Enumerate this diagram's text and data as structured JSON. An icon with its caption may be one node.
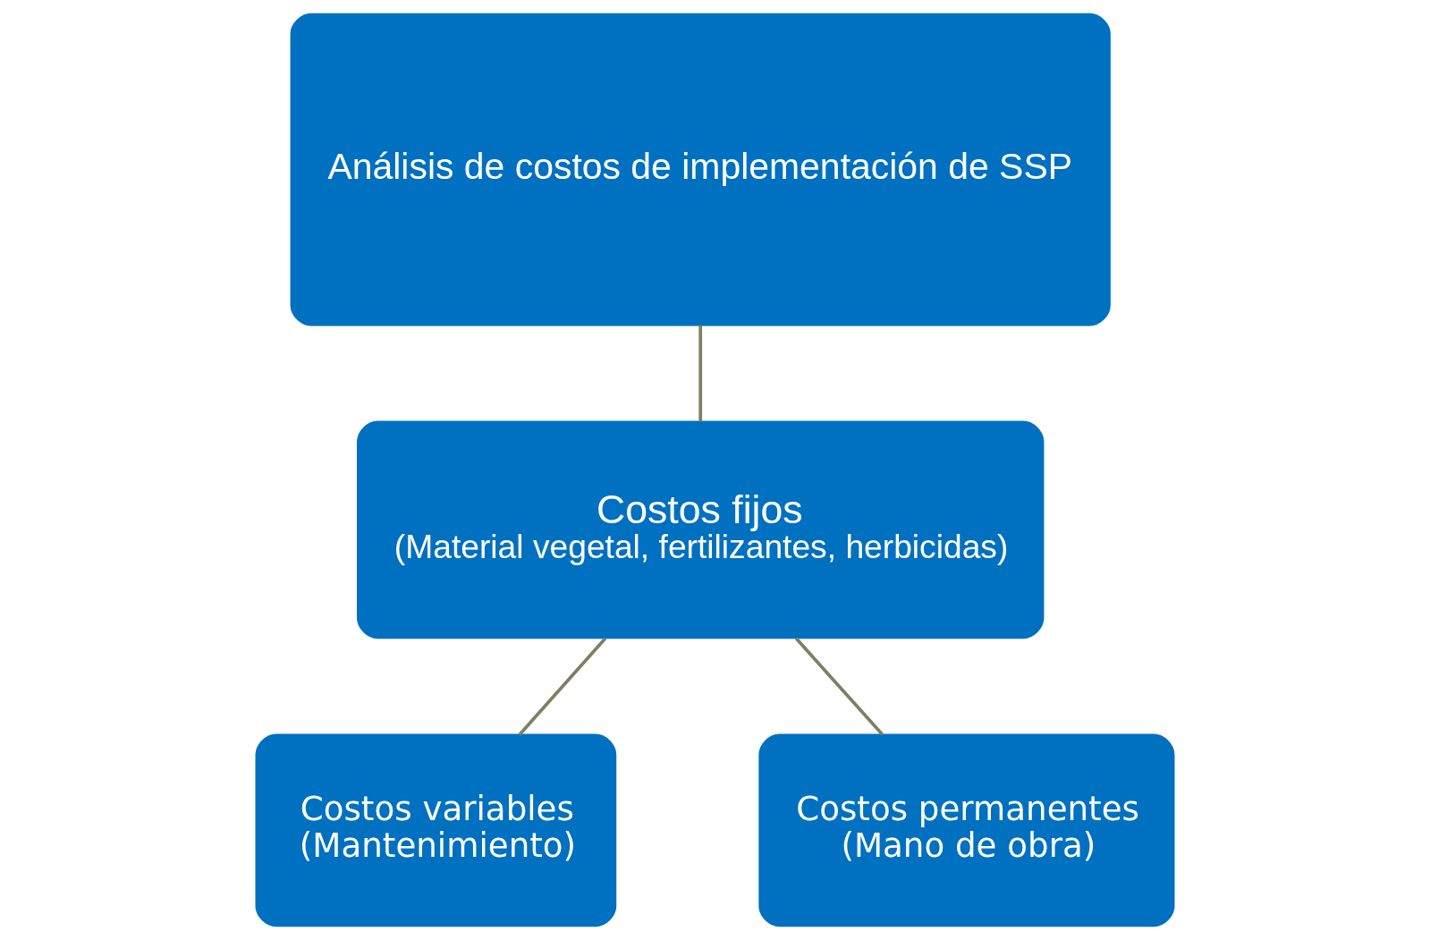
{
  "diagram": {
    "nodes": [
      {
        "text": [
          "Análisis de costos de implementación de SSP"
        ]
      },
      {
        "text": [
          "Costos fijos",
          "(Material vegetal, fertilizantes, herbicidas)"
        ]
      },
      {
        "text": [
          "Costos variables",
          "(Mantenimiento)"
        ]
      },
      {
        "text": [
          "Costos permanentes",
          "(Mano de obra)"
        ]
      }
    ],
    "edges": [
      {
        "from": 0,
        "to": 1,
        "arrow": "none",
        "color": "#7f7f63"
      },
      {
        "from": 1,
        "to": 2,
        "arrow": "none",
        "color": "#7f7f63"
      },
      {
        "from": 1,
        "to": 3,
        "arrow": "none",
        "color": "#7f7f63"
      }
    ]
  }
}
